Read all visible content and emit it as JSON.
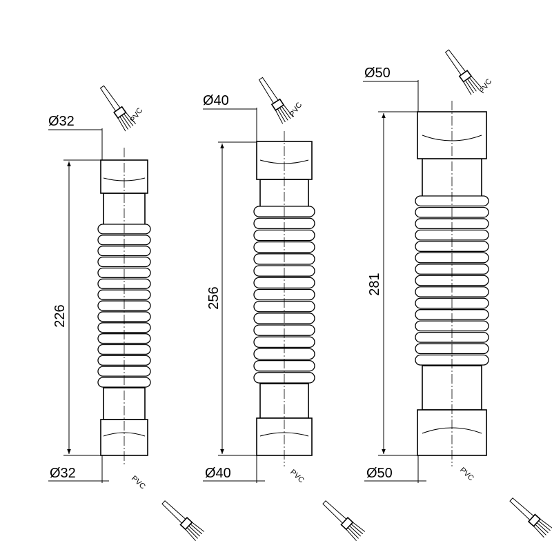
{
  "pipes": [
    {
      "top_diameter": "Ø32",
      "bottom_diameter": "Ø32",
      "length": "226",
      "top_brush_label": "PVC",
      "bottom_brush_label": "PVC"
    },
    {
      "top_diameter": "Ø40",
      "bottom_diameter": "Ø40",
      "length": "256",
      "top_brush_label": "PVC",
      "bottom_brush_label": "PVC"
    },
    {
      "top_diameter": "Ø50",
      "bottom_diameter": "Ø50",
      "length": "281",
      "top_brush_label": "PVC",
      "bottom_brush_label": "PVC"
    }
  ]
}
